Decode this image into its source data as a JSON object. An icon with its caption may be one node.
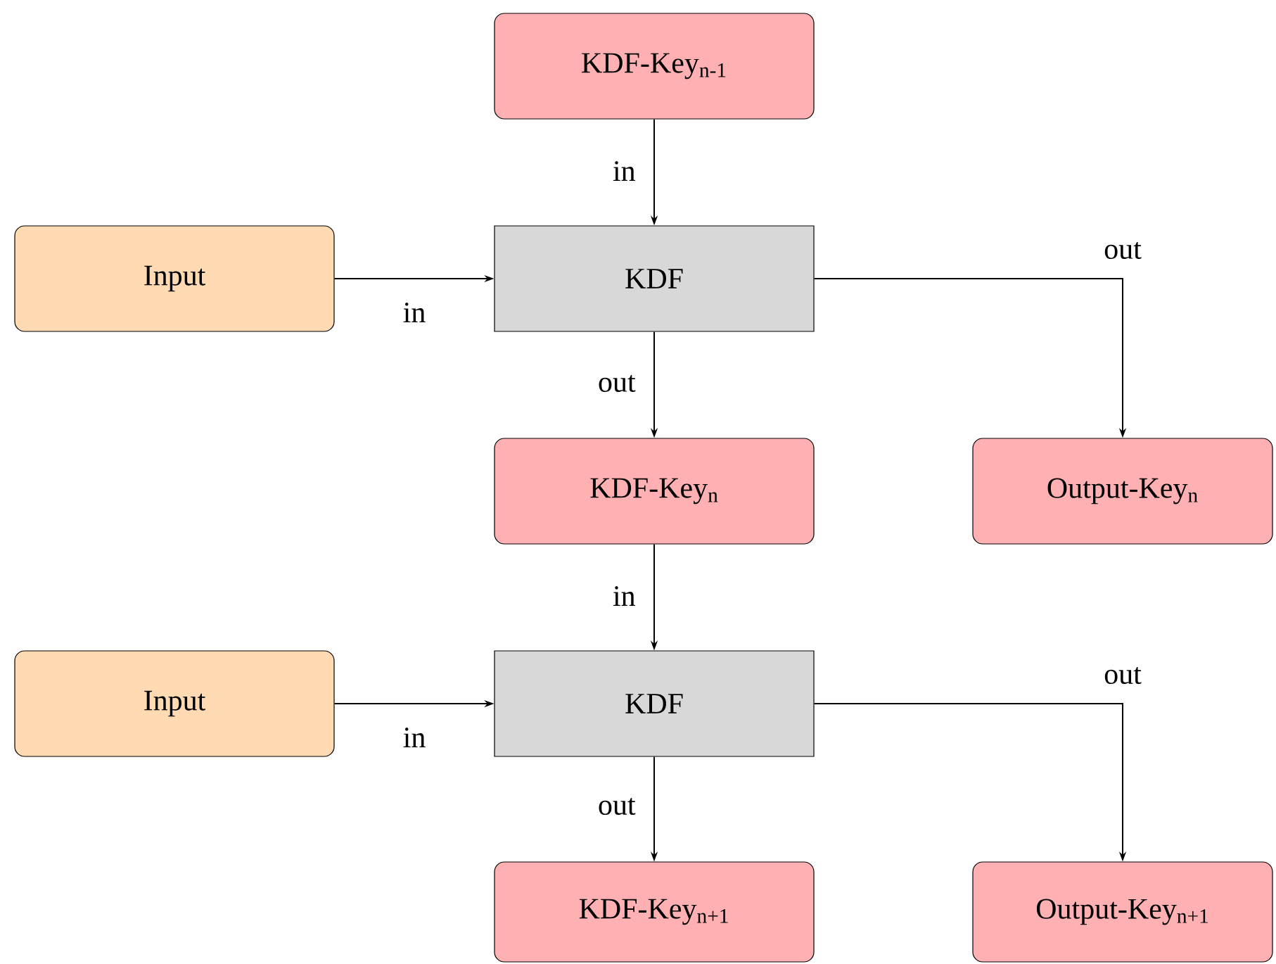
{
  "diagram": {
    "nodes": [
      {
        "text": [
          "KDF-Key$_{n-1}$"
        ]
      },
      {
        "text": [
          "Input"
        ]
      },
      {
        "text": [
          "KDF"
        ]
      },
      {
        "text": [
          "KDF-Key$_{n}$"
        ]
      },
      {
        "text": [
          "Output-Key$_{n}$"
        ]
      },
      {
        "text": [
          "Input"
        ]
      },
      {
        "text": [
          "KDF"
        ]
      },
      {
        "text": [
          "KDF-Key$_{n+1}$"
        ]
      },
      {
        "text": [
          "Output-Key$_{n+1}$"
        ]
      }
    ],
    "edges": [
      {
        "from": 0,
        "to": 2,
        "arrow": "to",
        "label": "in"
      },
      {
        "from": 1,
        "to": 2,
        "arrow": "to",
        "label": "in"
      },
      {
        "from": 2,
        "to": 4,
        "arrow": "to",
        "label": "out"
      },
      {
        "from": 2,
        "to": 3,
        "arrow": "to",
        "label": "out"
      },
      {
        "from": 3,
        "to": 6,
        "arrow": "to",
        "label": "in"
      },
      {
        "from": 5,
        "to": 6,
        "arrow": "to",
        "label": "in"
      },
      {
        "from": 6,
        "to": 8,
        "arrow": "to",
        "label": "out"
      },
      {
        "from": 6,
        "to": 7,
        "arrow": "to",
        "label": "out"
      }
    ]
  }
}
